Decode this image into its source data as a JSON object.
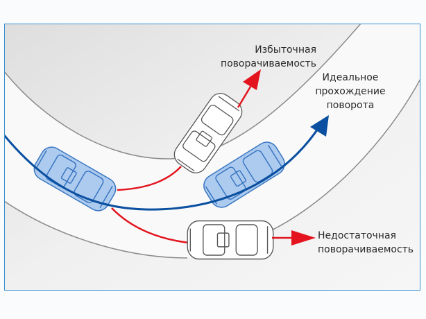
{
  "labels": {
    "oversteer": [
      "Избыточная",
      "поворачиваемость"
    ],
    "ideal": [
      "Идеальное",
      "прохождение",
      "поворота"
    ],
    "understeer": [
      "Недостаточная",
      "поворачиваемость"
    ]
  },
  "colors": {
    "frame": "#3a8fd0",
    "ideal_path": "#0a4fa0",
    "deviation": "#e3141e",
    "car_blue_fill": "#a9c9ee",
    "car_blue_stroke": "#2f6fc0",
    "road_line": "#8a8a8a"
  }
}
